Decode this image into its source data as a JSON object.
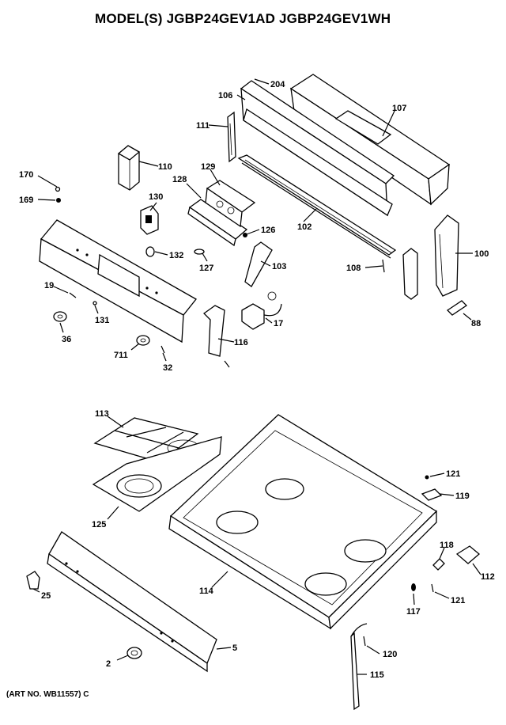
{
  "title": "MODEL(S) JGBP24GEV1AD  JGBP24GEV1WH",
  "art_number": "(ART NO. WB11557) C",
  "callouts": {
    "c204": "204",
    "c106": "106",
    "c107": "107",
    "c111": "111",
    "c110": "110",
    "c170": "170",
    "c169": "169",
    "c129": "129",
    "c128": "128",
    "c130": "130",
    "c102": "102",
    "c126": "126",
    "c132": "132",
    "c127": "127",
    "c103": "103",
    "c108": "108",
    "c100": "100",
    "c19": "19",
    "c131": "131",
    "c36": "36",
    "c17": "17",
    "c88": "88",
    "c116": "116",
    "c711": "711",
    "c32": "32",
    "c113": "113",
    "c121a": "121",
    "c119": "119",
    "c125": "125",
    "c118": "118",
    "c112": "112",
    "c25": "25",
    "c114": "114",
    "c117": "117",
    "c121b": "121",
    "c5": "5",
    "c120": "120",
    "c2": "2",
    "c115": "115"
  }
}
